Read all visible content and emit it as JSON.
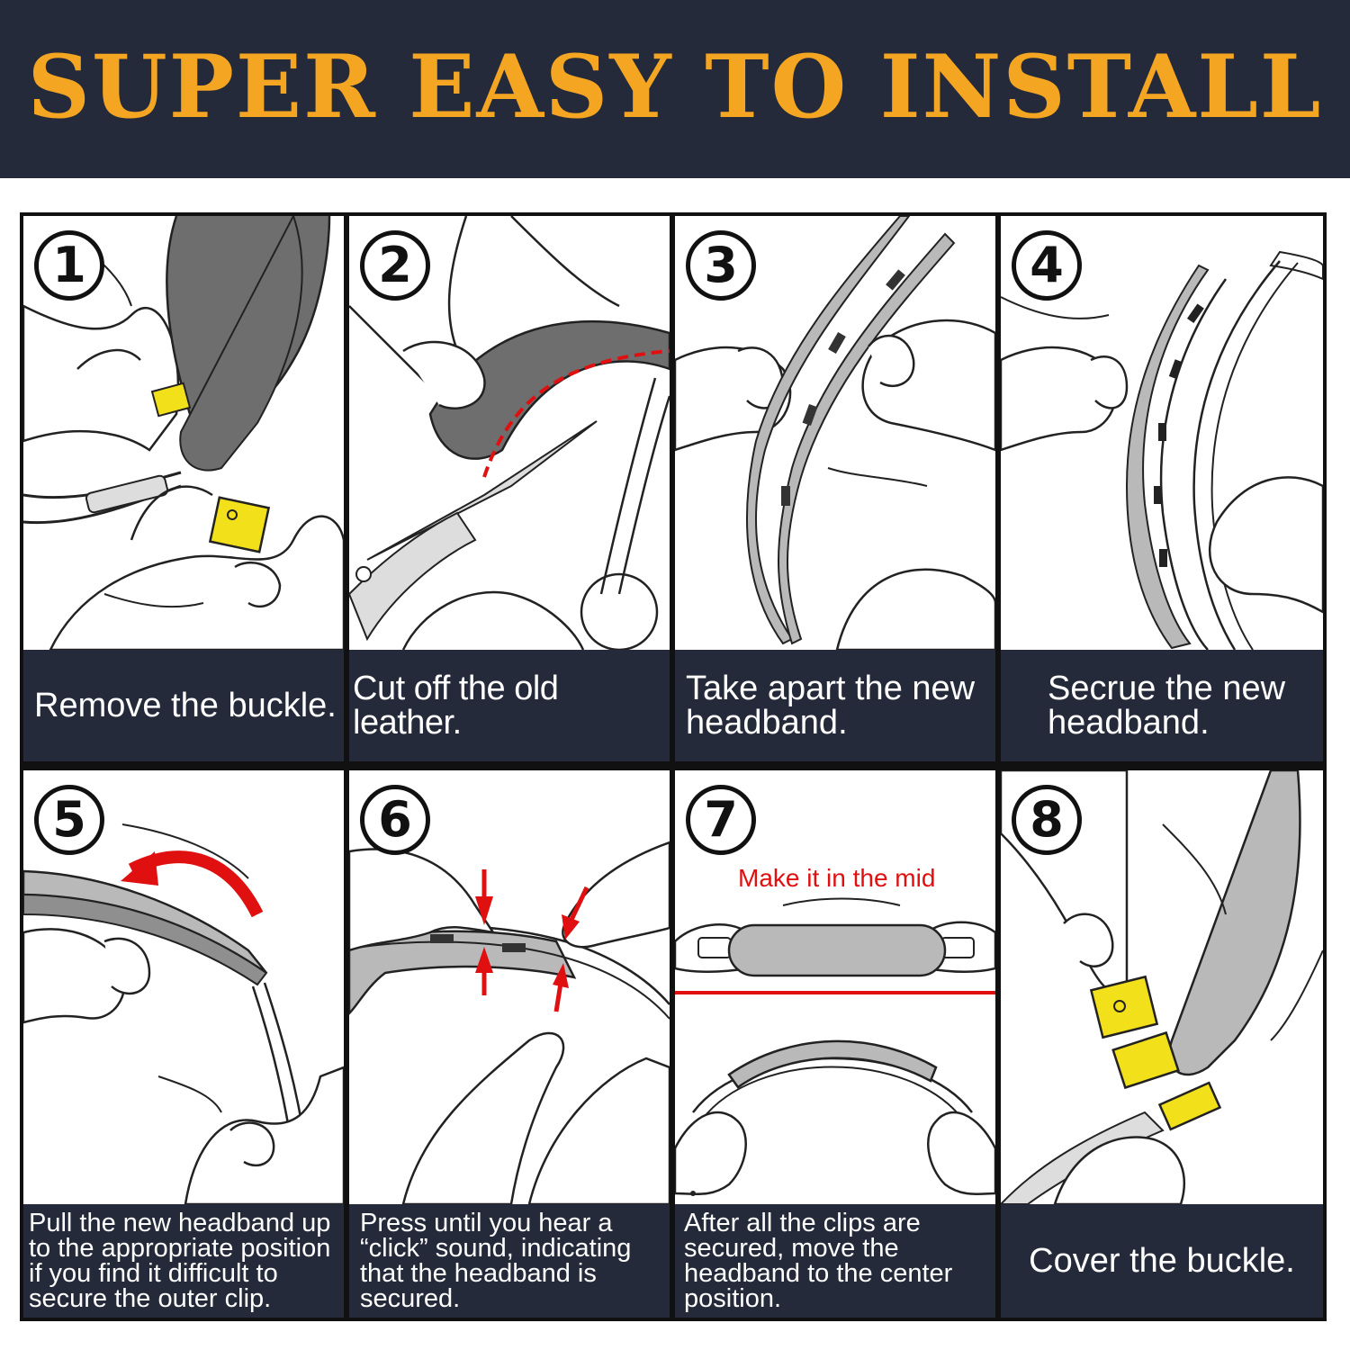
{
  "title": "SUPER EASY TO INSTALL",
  "colors": {
    "header_bg": "#252a3a",
    "title_text": "#f4a623",
    "caption_bg": "#252a3a",
    "headband_dark": "#6e6e6e",
    "headband_light": "#b9b9b9",
    "buckle_yellow": "#f2e01a",
    "arrow_red": "#e01010"
  },
  "steps": [
    {
      "number": "1",
      "caption": "Remove the buckle.",
      "icon": "remove-buckle-illustration"
    },
    {
      "number": "2",
      "caption": "Cut off the old leather.",
      "icon": "cut-leather-illustration"
    },
    {
      "number": "3",
      "caption": "Take apart the new headband.",
      "icon": "take-apart-illustration"
    },
    {
      "number": "4",
      "caption": "Secrue the new headband.",
      "icon": "secure-headband-illustration"
    },
    {
      "number": "5",
      "caption": "Pull the new headband up to the appropriate position if you find it difficult to secure the outer clip.",
      "icon": "pull-headband-illustration"
    },
    {
      "number": "6",
      "caption": "Press until you hear a “click” sound, indicating that the headband is secured.",
      "icon": "press-click-illustration"
    },
    {
      "number": "7",
      "caption": "After all the clips are secured, move the headband to the center position.",
      "icon": "center-headband-illustration",
      "note": "Make it in the mid"
    },
    {
      "number": "8",
      "caption": "Cover the buckle.",
      "icon": "cover-buckle-illustration"
    }
  ]
}
